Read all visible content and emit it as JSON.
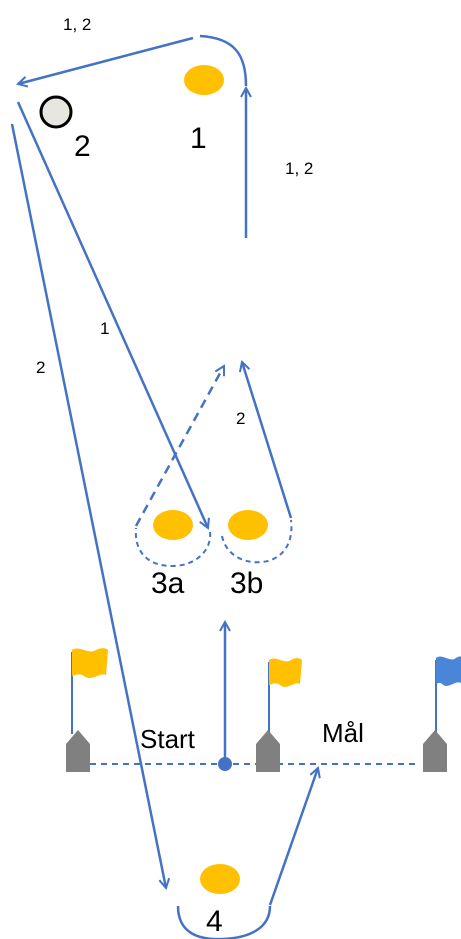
{
  "colors": {
    "route": "#4472C4",
    "buoy": "#FFC000",
    "mark_gray": "#808080",
    "flag_yellow": "#FFC000",
    "flag_blue": "#4A86D8",
    "circle_fill": "#E8E6E0"
  },
  "marks": {
    "m1": "1",
    "m2": "2",
    "m3a": "3a",
    "m3b": "3b",
    "m4": "4"
  },
  "line_labels": {
    "start": "Start",
    "finish": "Mål"
  },
  "leg_labels": {
    "top": "1, 2",
    "right": "1, 2",
    "diag1": "1",
    "diag2": "2",
    "from3b": "2"
  }
}
